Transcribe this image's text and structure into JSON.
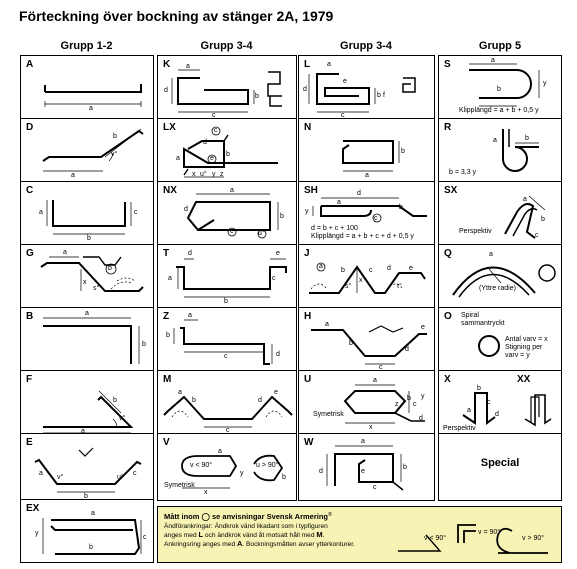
{
  "title": "Förteckning över bockning av stänger 2A, 1979",
  "columns": [
    "Grupp 1-2",
    "Grupp 3-4",
    "Grupp 3-4",
    "Grupp 5"
  ],
  "cells": {
    "A": {
      "letter": "A",
      "labels": {
        "a": "a"
      }
    },
    "D": {
      "letter": "D",
      "labels": {
        "a": "a",
        "b": "b",
        "v": "v°"
      }
    },
    "C": {
      "letter": "C",
      "labels": {
        "a": "a",
        "b": "b",
        "c": "c"
      }
    },
    "G": {
      "letter": "G",
      "labels": {
        "a": "a",
        "x": "x",
        "s": "s°",
        "b": "b"
      }
    },
    "B": {
      "letter": "B",
      "labels": {
        "a": "a",
        "b": "b"
      }
    },
    "F": {
      "letter": "F",
      "labels": {
        "a": "a",
        "b": "b",
        "v": "v°"
      }
    },
    "E": {
      "letter": "E",
      "labels": {
        "a": "a",
        "b": "b",
        "c": "c",
        "v": "v°",
        "u": "u°"
      }
    },
    "EX": {
      "letter": "EX",
      "labels": {
        "a": "a",
        "b": "b",
        "c": "c",
        "y": "y"
      }
    },
    "K": {
      "letter": "K",
      "labels": {
        "a": "a",
        "b": "b",
        "c": "c",
        "d": "d"
      }
    },
    "LX": {
      "letter": "LX",
      "labels": {
        "a": "a",
        "b": "b",
        "c": "c",
        "d": "d",
        "e": "e",
        "x": "x",
        "u": "u°",
        "y": "y",
        "z": "z"
      }
    },
    "NX": {
      "letter": "NX",
      "labels": {
        "a": "a",
        "b": "b",
        "c": "c",
        "d": "d",
        "u": "u°"
      }
    },
    "T": {
      "letter": "T",
      "labels": {
        "a": "a",
        "b": "b",
        "c": "c",
        "d": "d",
        "e": "e"
      }
    },
    "Z": {
      "letter": "Z",
      "labels": {
        "a": "a",
        "b": "b",
        "c": "c",
        "d": "d"
      }
    },
    "M": {
      "letter": "M",
      "labels": {
        "a": "a",
        "b": "b",
        "c": "c",
        "d": "d",
        "e": "e"
      }
    },
    "V": {
      "letter": "V",
      "labels": {
        "a": "a",
        "b": "b",
        "x": "x",
        "y": "y",
        "vt": "v < 90°",
        "ut": "u > 90°",
        "sym": "Symetrisk"
      }
    },
    "L": {
      "letter": "L",
      "labels": {
        "a": "a",
        "b": "b",
        "c": "c",
        "d": "d",
        "e": "e",
        "f": "f"
      }
    },
    "N": {
      "letter": "N",
      "labels": {
        "a": "a",
        "b": "b"
      }
    },
    "SH": {
      "letter": "SH",
      "labels": {
        "a": "a",
        "b": "b",
        "c": "c",
        "d": "d",
        "y": "y",
        "f1": "d = b + c + 100",
        "f2": "Klipplängd = a + b + c + d + 0,5 y"
      }
    },
    "J": {
      "letter": "J",
      "labels": {
        "a": "a",
        "b": "b",
        "c": "c",
        "d": "d",
        "e": "e",
        "x": "x",
        "s": "s°",
        "t": "t°"
      }
    },
    "H": {
      "letter": "H",
      "labels": {
        "a": "a",
        "b": "b",
        "c": "c",
        "d": "d",
        "e": "e"
      }
    },
    "U": {
      "letter": "U",
      "labels": {
        "a": "a",
        "b": "b",
        "c": "c",
        "d": "d",
        "x": "x",
        "y": "y",
        "z": "z",
        "sym": "Symetrisk"
      }
    },
    "W": {
      "letter": "W",
      "labels": {
        "a": "a",
        "b": "b",
        "c": "c",
        "d": "d",
        "e": "e"
      }
    },
    "S": {
      "letter": "S",
      "labels": {
        "a": "a",
        "b": "b",
        "y": "y",
        "f": "Klipplängd = a + b + 0,5 y"
      }
    },
    "R": {
      "letter": "R",
      "labels": {
        "a": "a",
        "b": "b",
        "f": "b = 3,3 y"
      }
    },
    "SX": {
      "letter": "SX",
      "labels": {
        "a": "a",
        "b": "b",
        "c": "c",
        "p": "Perspektiv"
      }
    },
    "Q": {
      "letter": "Q",
      "labels": {
        "a": "a",
        "r": "(Yttre radie)"
      }
    },
    "O": {
      "letter": "O",
      "labels": {
        "l1": "Spiral",
        "l2": "sammantryckt",
        "l3": "Antal varv = x",
        "l4": "Stigning per",
        "l5": "varv = y"
      }
    },
    "X": {
      "letter": "X",
      "letter2": "XX",
      "labels": {
        "a": "a",
        "b": "b",
        "c": "c",
        "d": "d",
        "p": "Perspektiv"
      }
    },
    "SP": {
      "letter": "",
      "label": "Special"
    }
  },
  "note": {
    "heading": "Mått inom ◯ se anvisningar Svensk Armering",
    "mark": "®",
    "line1": "Ändförankringar: Ändkrok vänd likadant som i typfiguren",
    "line2a": "anges med ",
    "line2b": "L",
    "line2c": " och ändkrok vänd åt motsatt håll med ",
    "line2d": "M",
    "line2e": ".",
    "line3a": "Ankringsring anges med ",
    "line3b": "A",
    "line3c": ". Bockningsmåtten avser ytterkonturer.",
    "v1": "v < 90°",
    "v2": "v = 90°",
    "v3": "v > 90°"
  }
}
